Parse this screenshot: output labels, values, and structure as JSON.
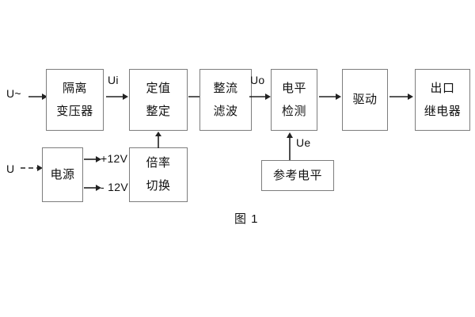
{
  "figure": {
    "caption": "图 1",
    "background": "#ffffff",
    "box_border_color": "#7d7d7d",
    "text_color": "#111111"
  },
  "blocks": [
    {
      "id": "isolation-transformer",
      "lines": [
        "隔离",
        "变压器"
      ]
    },
    {
      "id": "setting-value",
      "lines": [
        "定值",
        "整定"
      ]
    },
    {
      "id": "rectifier-filter",
      "lines": [
        "整流",
        "滤波"
      ]
    },
    {
      "id": "level-detection",
      "lines": [
        "电平",
        "检测"
      ]
    },
    {
      "id": "drive",
      "lines": [
        "驱动"
      ]
    },
    {
      "id": "output-relay",
      "lines": [
        "出口",
        "继电器"
      ]
    },
    {
      "id": "power-supply",
      "lines": [
        "电源"
      ]
    },
    {
      "id": "multiplier-switch",
      "lines": [
        "倍率",
        "切换"
      ]
    },
    {
      "id": "reference-level",
      "lines": [
        "参考电平"
      ]
    }
  ],
  "signals": {
    "input_ac": "U~",
    "input_dc": "U",
    "ui": "Ui",
    "uo": "Uo",
    "ue": "Ue",
    "supply_positive": "+12V",
    "supply_negative": "- 12V"
  }
}
